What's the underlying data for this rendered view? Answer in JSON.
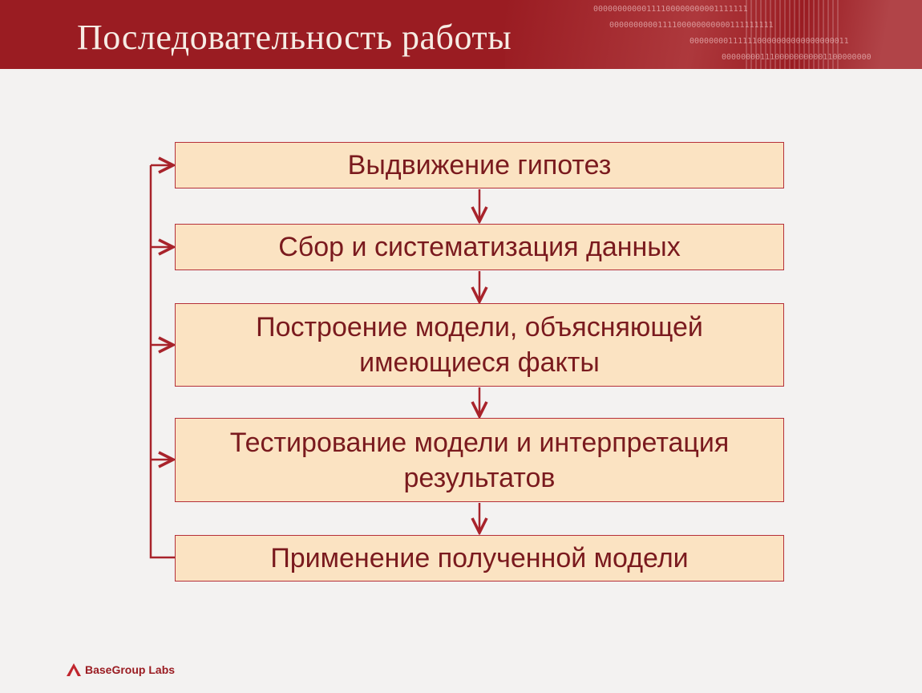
{
  "header": {
    "title": "Последовательность работы",
    "binary_lines": [
      "00000000000111100000000001111111",
      "0000000000111100000000000111111111",
      "000000001111110000000000000000011",
      "0000000011100000000001100000000"
    ]
  },
  "steps": [
    {
      "label": "Выдвижение гипотез"
    },
    {
      "label": "Сбор и систематизация данных"
    },
    {
      "label": "Построение модели, объясняющей\nимеющиеся факты"
    },
    {
      "label": "Тестирование модели и интерпретация\nрезультатов"
    },
    {
      "label": "Применение полученной модели"
    }
  ],
  "logo": {
    "text": "BaseGroup Labs",
    "icon": "basegroup-triangle-icon"
  },
  "colors": {
    "header": "#9a1c22",
    "box_fill": "#fbe3c2",
    "box_border": "#b5303a",
    "arrow": "#a8232b",
    "text": "#7a1a1e"
  }
}
